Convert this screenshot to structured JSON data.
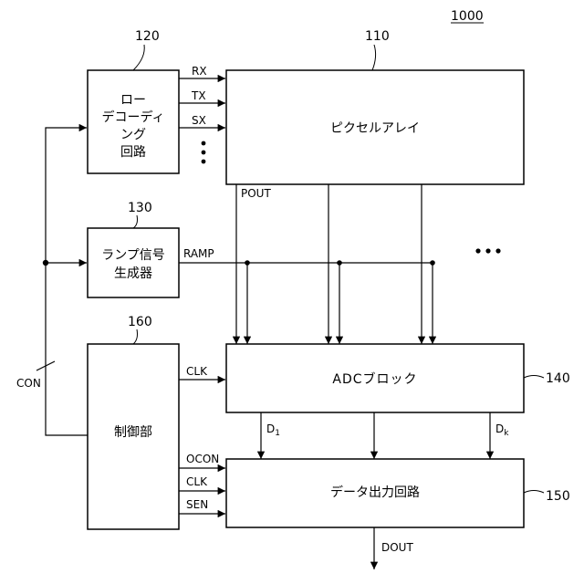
{
  "figure_number": "1000",
  "blocks": {
    "pixel_array": {
      "ref": "110",
      "label": "ピクセルアレイ"
    },
    "row_decoder": {
      "ref": "120",
      "label_lines": [
        "ロー",
        "デコーディ",
        "ング",
        "回路"
      ]
    },
    "ramp_generator": {
      "ref": "130",
      "label_lines": [
        "ランプ信号",
        "生成器"
      ]
    },
    "controller": {
      "ref": "160",
      "label": "制御部"
    },
    "adc_block": {
      "ref": "140",
      "label": "ADCブロック"
    },
    "data_output": {
      "ref": "150",
      "label": "データ出力回路"
    }
  },
  "signals": {
    "rx": "RX",
    "tx": "TX",
    "sx": "SX",
    "pout": "POUT",
    "ramp": "RAMP",
    "clk_adc": "CLK",
    "ocon": "OCON",
    "clk_out": "CLK",
    "sen": "SEN",
    "con": "CON",
    "dout": "DOUT",
    "d1_main": "D",
    "d1_sub": "1",
    "dk_main": "D",
    "dk_sub": "k"
  }
}
